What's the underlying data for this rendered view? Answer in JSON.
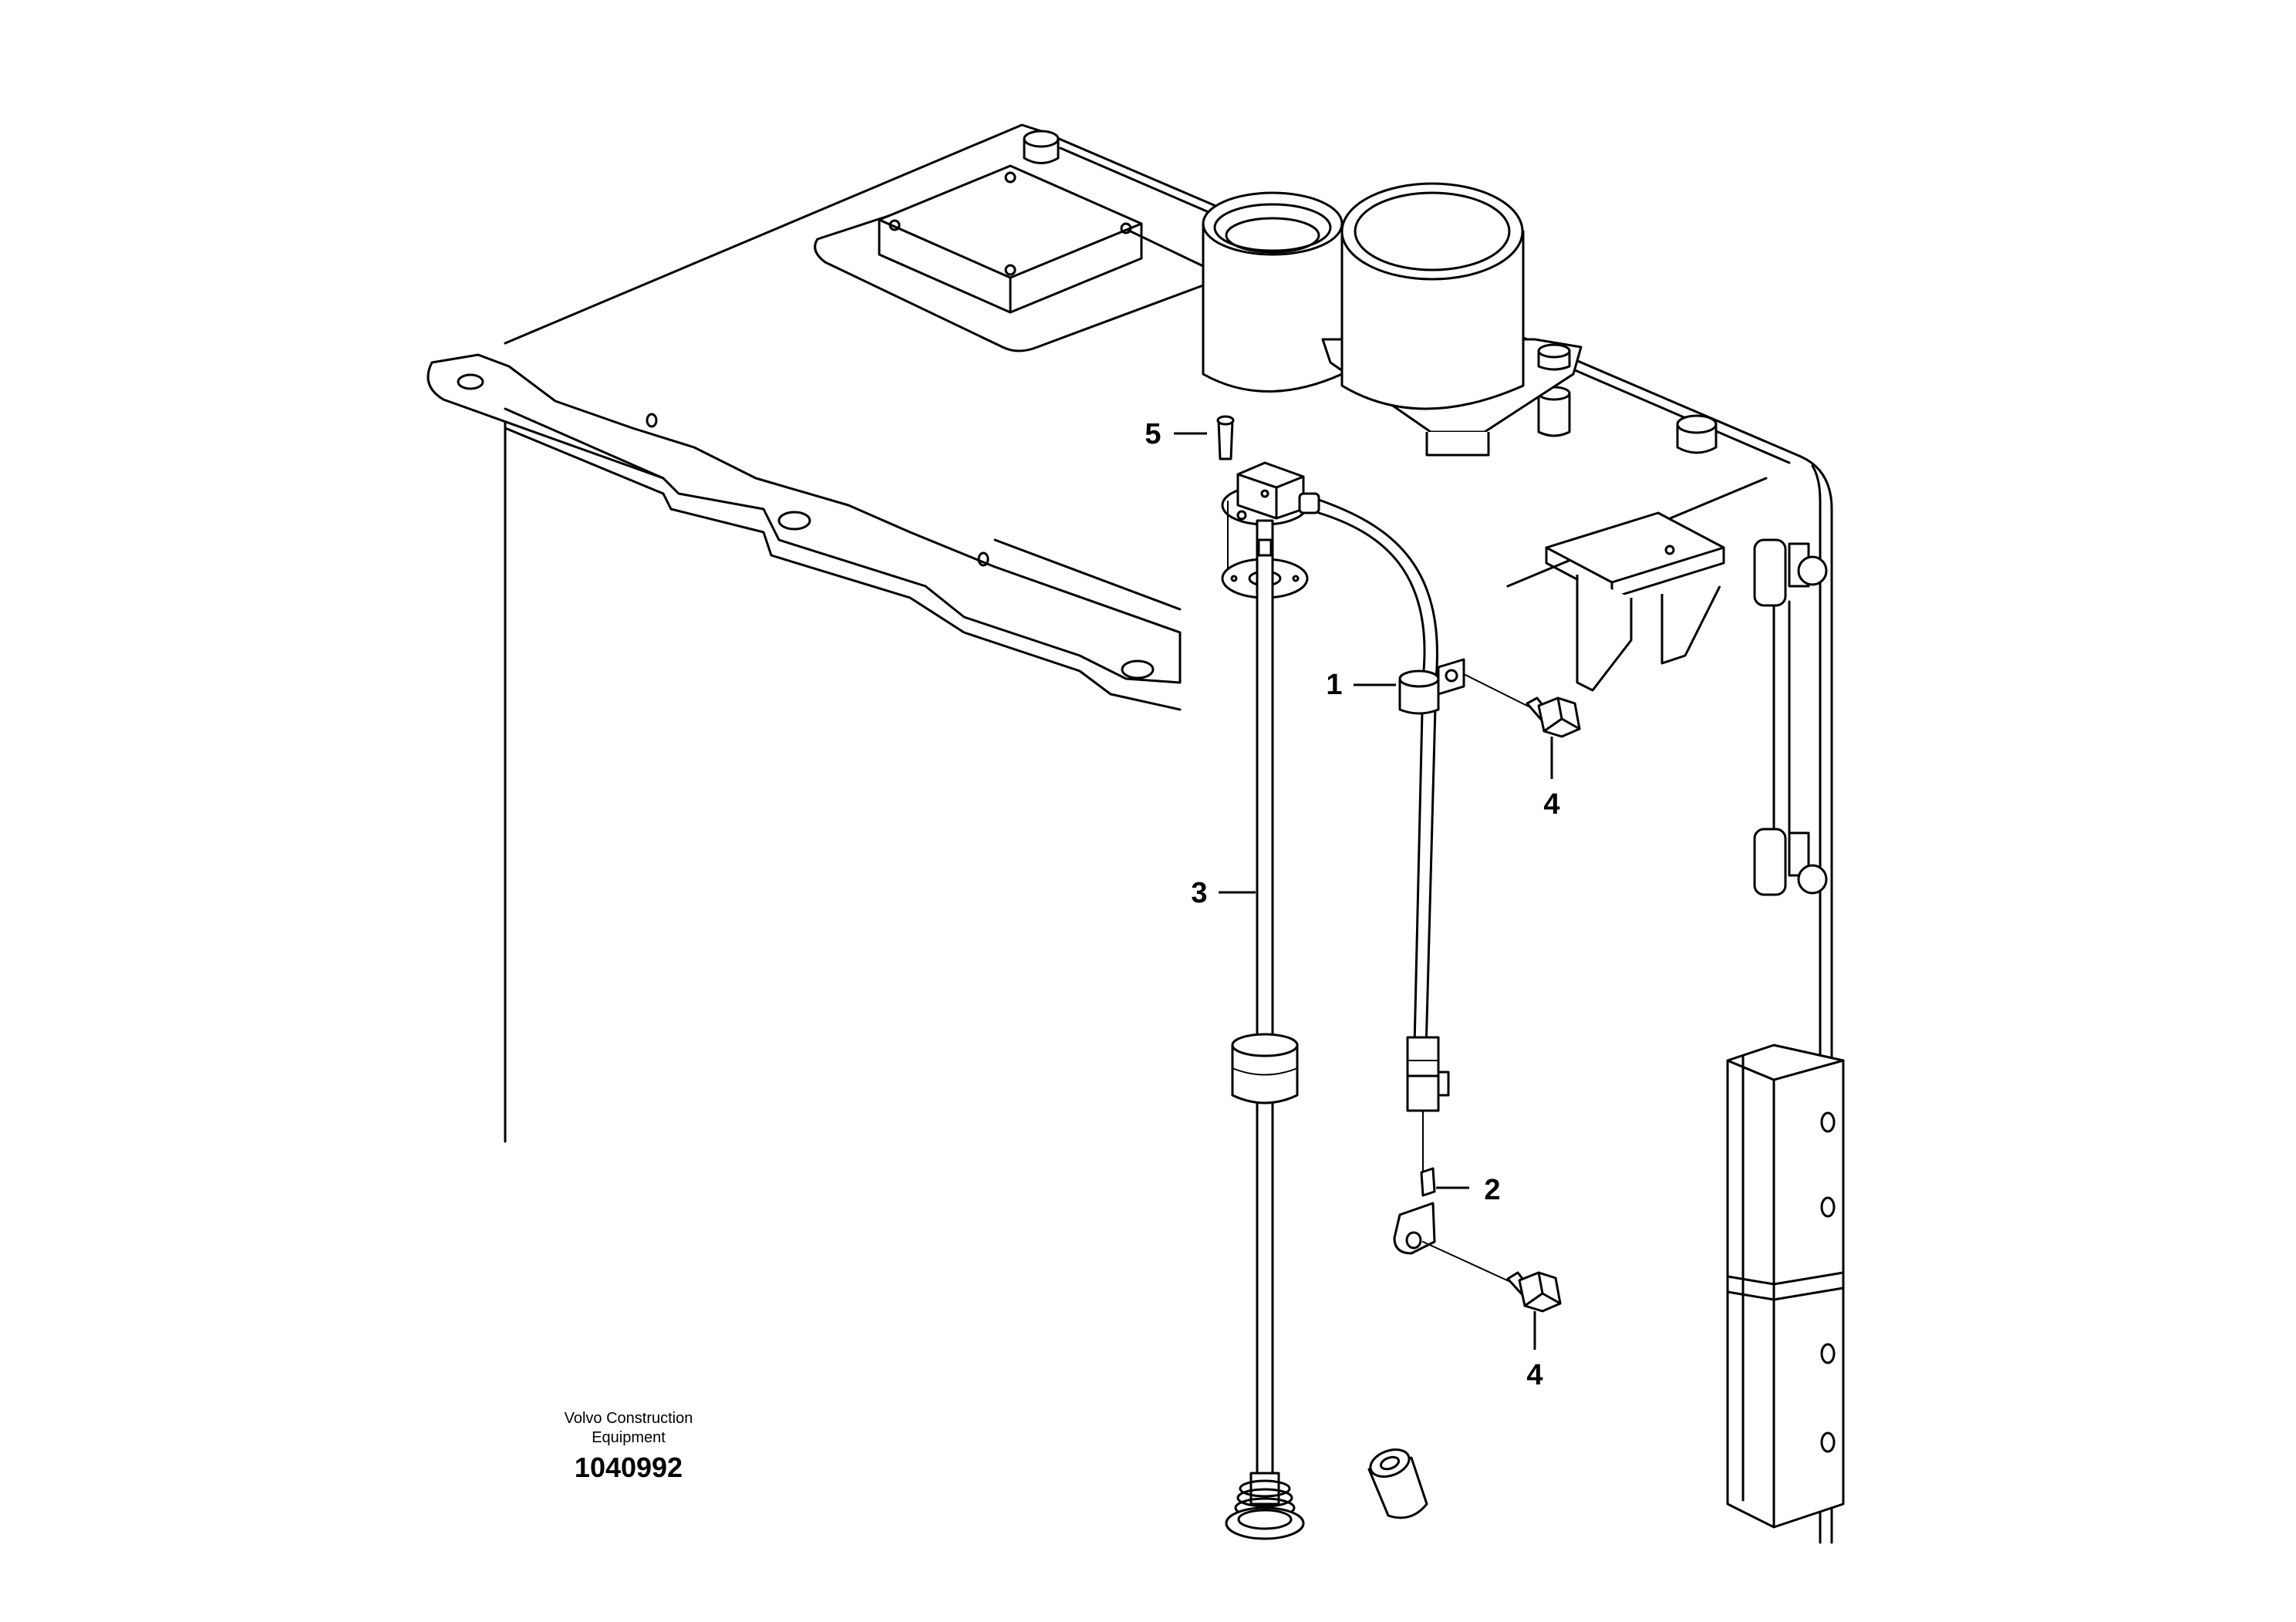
{
  "callouts": [
    {
      "id": "c5",
      "label": "5"
    },
    {
      "id": "c1",
      "label": "1"
    },
    {
      "id": "c4a",
      "label": "4"
    },
    {
      "id": "c3",
      "label": "3"
    },
    {
      "id": "c2",
      "label": "2"
    },
    {
      "id": "c4b",
      "label": "4"
    }
  ],
  "caption": {
    "company_line1": "Volvo Construction",
    "company_line2": "Equipment",
    "drawing_number": "1040992"
  }
}
